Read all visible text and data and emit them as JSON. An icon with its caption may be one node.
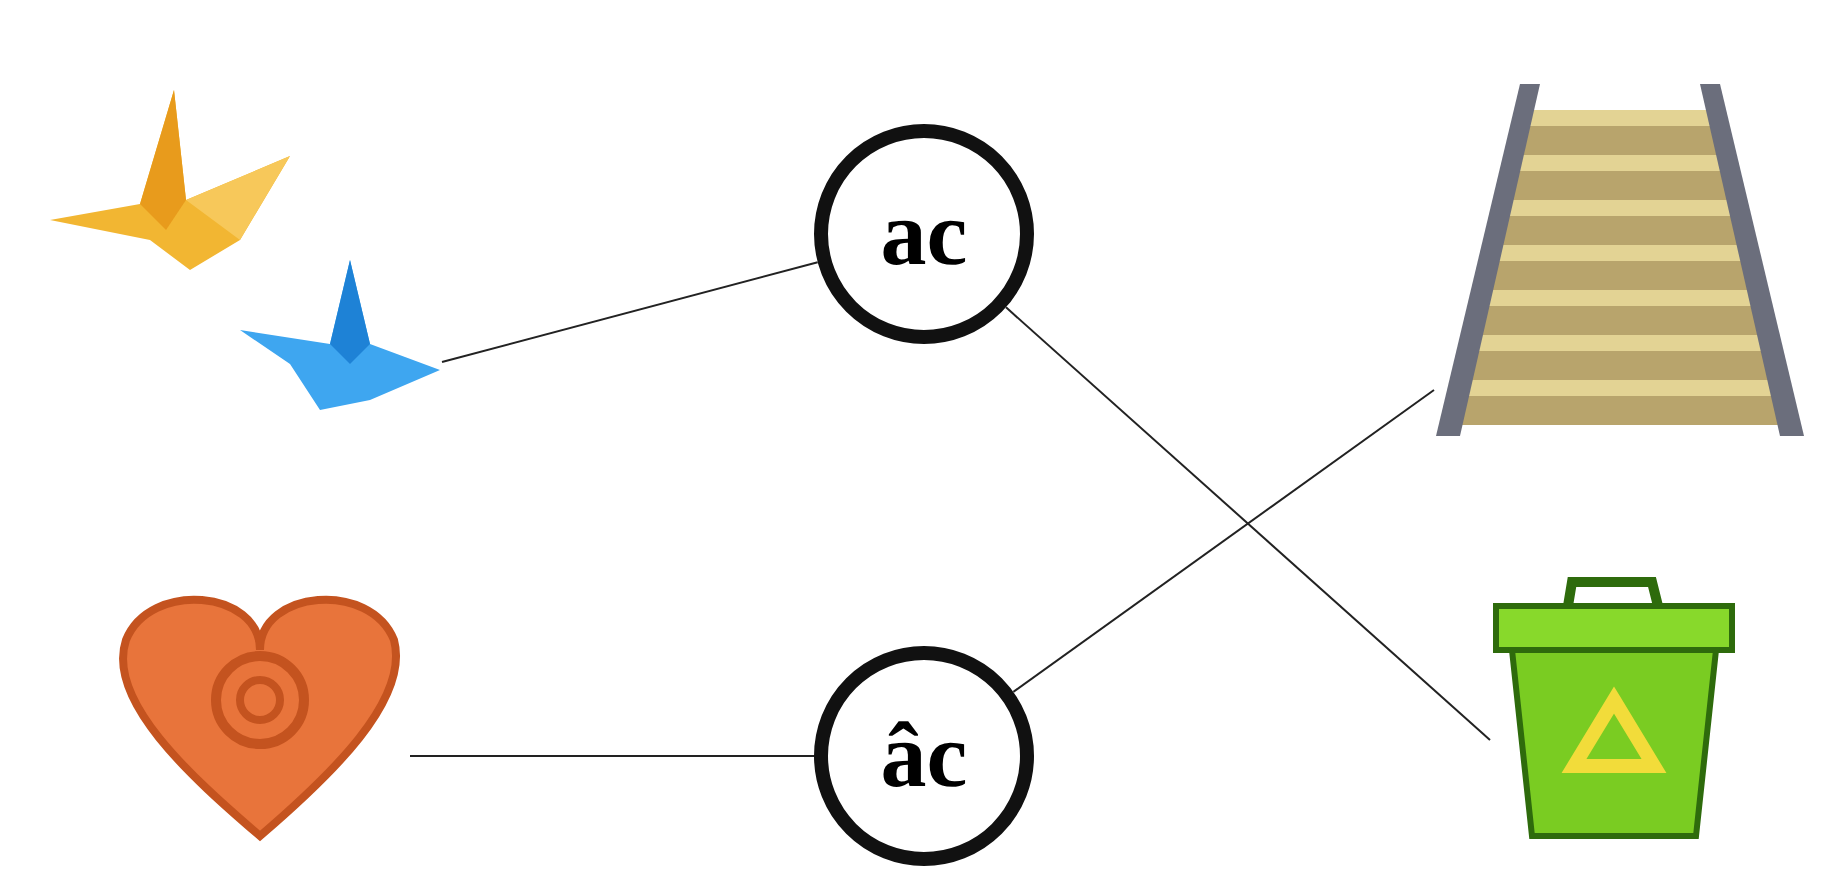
{
  "diagram": {
    "nodes": [
      {
        "text": [],
        "shape": "picture"
      },
      {
        "text": [
          "ac"
        ]
      },
      {
        "text": [],
        "shape": "picture"
      },
      {
        "text": [],
        "shape": "picture"
      },
      {
        "text": [
          "âc"
        ]
      },
      {
        "text": [],
        "shape": "picture"
      }
    ],
    "edges": [
      {
        "from": 0,
        "to": 1,
        "arrow": "none"
      },
      {
        "from": 1,
        "to": 5,
        "arrow": "none"
      },
      {
        "from": 4,
        "to": 2,
        "arrow": "none"
      },
      {
        "from": 3,
        "to": 4,
        "arrow": "none"
      }
    ]
  }
}
